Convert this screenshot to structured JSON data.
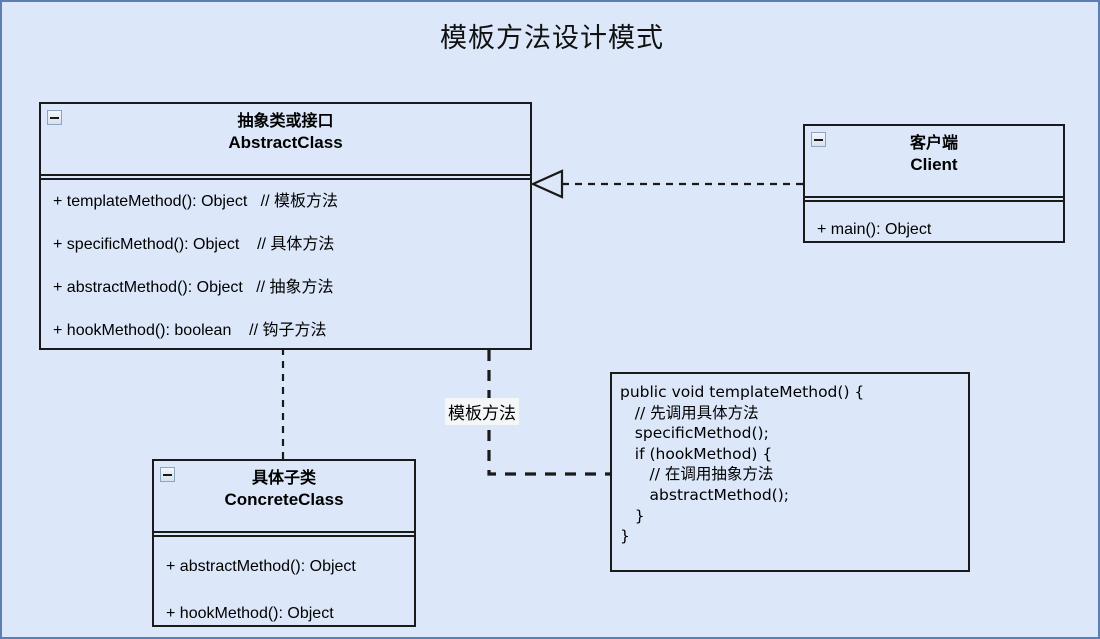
{
  "diagram": {
    "title": "模板方法设计模式",
    "background_color": "#dce8f9",
    "border_color": "#5b7fb5",
    "box_border_color": "#1a1a1a",
    "type": "uml-class-diagram"
  },
  "classes": {
    "abstract_class": {
      "title_cn": "抽象类或接口",
      "title_en": "AbstractClass",
      "collapse_icon": "minus-icon",
      "members": [
        "+ templateMethod(): Object   // 模板方法",
        "+ specificMethod(): Object    // 具体方法",
        "+ abstractMethod(): Object   // 抽象方法",
        "+ hookMethod(): boolean    // 钩子方法"
      ]
    },
    "client": {
      "title_cn": "客户端",
      "title_en": "Client",
      "collapse_icon": "minus-icon",
      "members": [
        "+ main(): Object"
      ]
    },
    "concrete_class": {
      "title_cn": "具体子类",
      "title_en": "ConcreteClass",
      "collapse_icon": "minus-icon",
      "members": [
        "+ abstractMethod(): Object",
        "+ hookMethod(): Object"
      ]
    }
  },
  "note": {
    "code": "public void templateMethod() {\n   // 先调用具体方法\n   specificMethod();\n   if (hookMethod) {\n      // 在调用抽象方法\n      abstractMethod();\n   }\n}"
  },
  "connectors": {
    "template_method_label": "模板方法",
    "client_to_abstract": {
      "style": "dashed",
      "arrowhead": "hollow-triangle",
      "from": "client",
      "to": "abstract_class"
    },
    "concrete_to_abstract": {
      "style": "dashed",
      "arrowhead": "hollow-triangle",
      "from": "concrete_class",
      "to": "abstract_class"
    },
    "abstract_to_note": {
      "style": "dashed",
      "arrowhead": "none",
      "from": "abstract_class",
      "to": "note"
    }
  }
}
